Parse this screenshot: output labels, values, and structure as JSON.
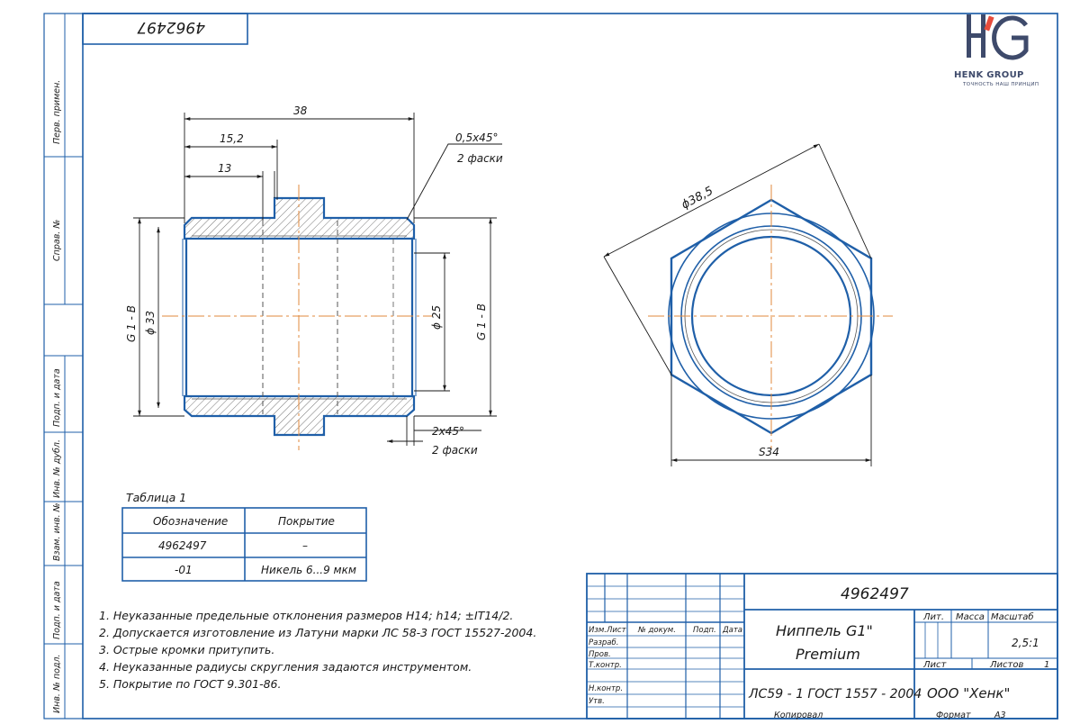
{
  "drawing": {
    "doc_number": "4962497",
    "doc_number_mirrored": "4962497",
    "brand": {
      "name": "HENK GROUP",
      "tagline": "ТОЧНОСТЬ НАШ ПРИНЦИП",
      "initials": "HG"
    },
    "side_columns": [
      "Перв. примен.",
      "Справ. №",
      "Подп. и дата",
      "Инв. № дубл.",
      "Взам. инв. №",
      "Подп. и дата",
      "Инв. № подл."
    ],
    "dimensions": {
      "overall_length": "38",
      "len_15_2": "15,2",
      "len_13": "13",
      "chamfer_top": "0,5x45°",
      "chamfer_top_count": "2 фаски",
      "chamfer_bottom": "2x45°",
      "chamfer_bottom_count": "2 фаски",
      "thread_left": "G 1 - B",
      "dia_outer": "ϕ 33",
      "dia_inner": "ϕ 25",
      "thread_right": "G 1 - B",
      "dia_hex_circle": "ϕ38,5",
      "hex_flats": "S34"
    },
    "table": {
      "caption": "Таблица 1",
      "headers": [
        "Обозначение",
        "Покрытие"
      ],
      "rows": [
        [
          "4962497",
          "–"
        ],
        [
          "-01",
          "Никель 6...9 мкм"
        ]
      ]
    },
    "notes": [
      "1. Неуказанные предельные отклонения размеров H14; h14; ±IT14/2.",
      "2. Допускается изготовление из Латуни марки ЛС 58-3 ГОСТ 15527-2004.",
      "3. Острые кромки притупить.",
      "4. Неуказанные радиусы скругления задаются инструментом.",
      "5. Покрытие по ГОСТ 9.301-86."
    ],
    "stamp": {
      "designation": "4962497",
      "title_line1": "Ниппель G1\"",
      "title_line2": "Premium",
      "material": "ЛС59 - 1 ГОСТ 1557 - 2004",
      "company": "ООО \"Хенк\"",
      "col_headers": [
        "Изм.",
        "Лист",
        "№ докум.",
        "Подп.",
        "Дата"
      ],
      "row_labels": [
        "Разраб.",
        "Пров.",
        "Т.контр.",
        "",
        "Н.контр.",
        "Утв."
      ],
      "lit_label": "Лит.",
      "mass_label": "Масса",
      "scale_label": "Масштаб",
      "scale_value": "2,5:1",
      "sheet_label": "Лист",
      "sheets_label": "Листов",
      "sheets_value": "1",
      "copied_label": "Копировал",
      "format_label": "Формат",
      "format_value": "А3"
    }
  },
  "colors": {
    "outline": "#1f5fa8",
    "axis": "#e08a3c",
    "border": "#1f5fa8",
    "text": "#1a1a1a",
    "brand": "#3e4a6b"
  }
}
